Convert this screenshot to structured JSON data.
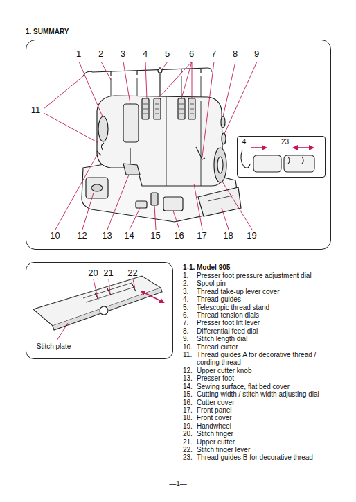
{
  "diagram": {
    "title": "1.  SUMMARY",
    "nodes": [
      {
        "text": [
          "1",
          "2",
          "3",
          "4",
          "5",
          "6",
          "7",
          "8",
          "9",
          "11",
          "10",
          "12",
          "13",
          "14",
          "15",
          "16",
          "17",
          "18",
          "19"
        ]
      },
      {
        "text": [
          "4",
          "23"
        ],
        "in": 0
      },
      {
        "text": [
          "20",
          "21",
          "22",
          "Stitch plate"
        ]
      }
    ],
    "labels": [
      "1-1. Model 905",
      "1.",
      "Presser foot pressure adjustment dial",
      "2.",
      "Spool pin",
      "3.",
      "Thread take-up lever cover",
      "4.",
      "Thread guides",
      "5.",
      "Telescopic thread stand",
      "6.",
      "Thread tension dials",
      "7.",
      "Presser foot lift lever",
      "8.",
      "Differential feed dial",
      "9.",
      "Stitch length dial",
      "10.",
      "Thread cutter",
      "11.",
      "Thread guides A for decorative thread / cording thread",
      "12.",
      "Upper cutter knob",
      "13.",
      "Presser foot",
      "14.",
      "Sewing surface, flat bed cover",
      "15.",
      "Cutting width / stitch width adjusting dial",
      "16.",
      "Cutter cover",
      "17.",
      "Front panel",
      "18.",
      "Front cover",
      "19.",
      "Handwheel",
      "20.",
      "Stitch finger",
      "21.",
      "Upper cutter",
      "22.",
      "Stitch finger lever",
      "23.",
      "Thread guides B for decorative thread",
      "—1—"
    ]
  }
}
